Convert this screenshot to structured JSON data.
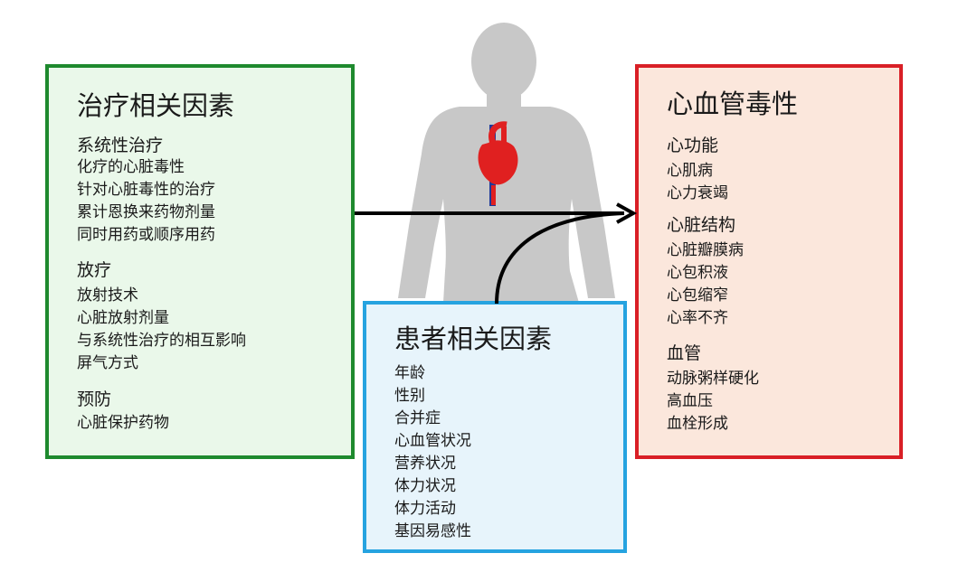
{
  "treatment": {
    "title": "治疗相关因素",
    "systemic": {
      "heading": "系统性治疗",
      "items": [
        "化疗的心脏毒性",
        "针对心脏毒性的治疗",
        "累计恩换来药物剂量",
        "同时用药或顺序用药"
      ]
    },
    "radiation": {
      "heading": "放疗",
      "items": [
        "放射技术",
        "心脏放射剂量",
        "与系统性治疗的相互影响",
        "屏气方式"
      ]
    },
    "prevention": {
      "heading": "预防",
      "items": [
        "心脏保护药物"
      ]
    }
  },
  "patient": {
    "title": "患者相关因素",
    "items": [
      "年龄",
      "性别",
      "合并症",
      "心血管状况",
      "营养状况",
      "体力状况",
      "体力活动",
      "基因易感性"
    ]
  },
  "toxicity": {
    "title": "心血管毒性",
    "function": {
      "heading": "心功能",
      "items": [
        "心肌病",
        "心力衰竭"
      ]
    },
    "structure": {
      "heading": "心脏结构",
      "items": [
        "心脏瓣膜病",
        "心包积液",
        "心包缩窄",
        "心率不齐"
      ]
    },
    "vessels": {
      "heading": "血管",
      "items": [
        "动脉粥样硬化",
        "高血压",
        "血栓形成"
      ]
    }
  },
  "colors": {
    "treatment_border": "#1e8a2e",
    "treatment_fill": "#eaf8ea",
    "toxicity_border": "#d91f26",
    "toxicity_fill": "#fbe7dc",
    "patient_border": "#26a3e0",
    "patient_fill": "#e7f4fb",
    "silhouette": "#c8c8c8",
    "heart": "#e02020",
    "vessel_blue": "#1e3a9a"
  }
}
